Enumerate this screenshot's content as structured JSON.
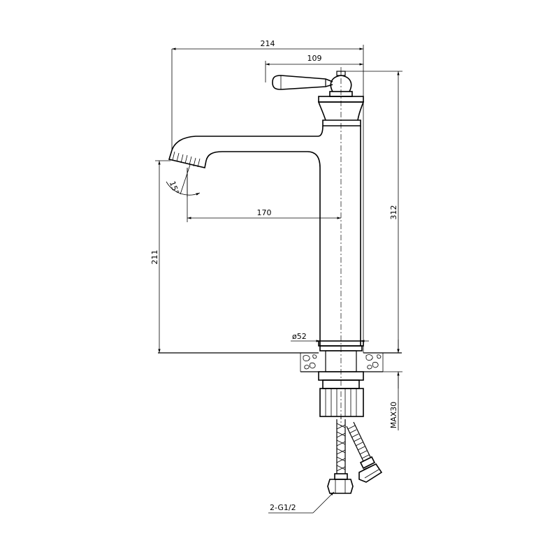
{
  "drawing": {
    "dimensions": {
      "overall_width": "214",
      "handle_reach": "109",
      "total_height": "312",
      "spout_reach": "170",
      "spout_height": "211",
      "base_diameter": "ø52",
      "angle": "15°",
      "max_deck_thickness": "MAX30",
      "connection": "2-G1/2"
    }
  }
}
